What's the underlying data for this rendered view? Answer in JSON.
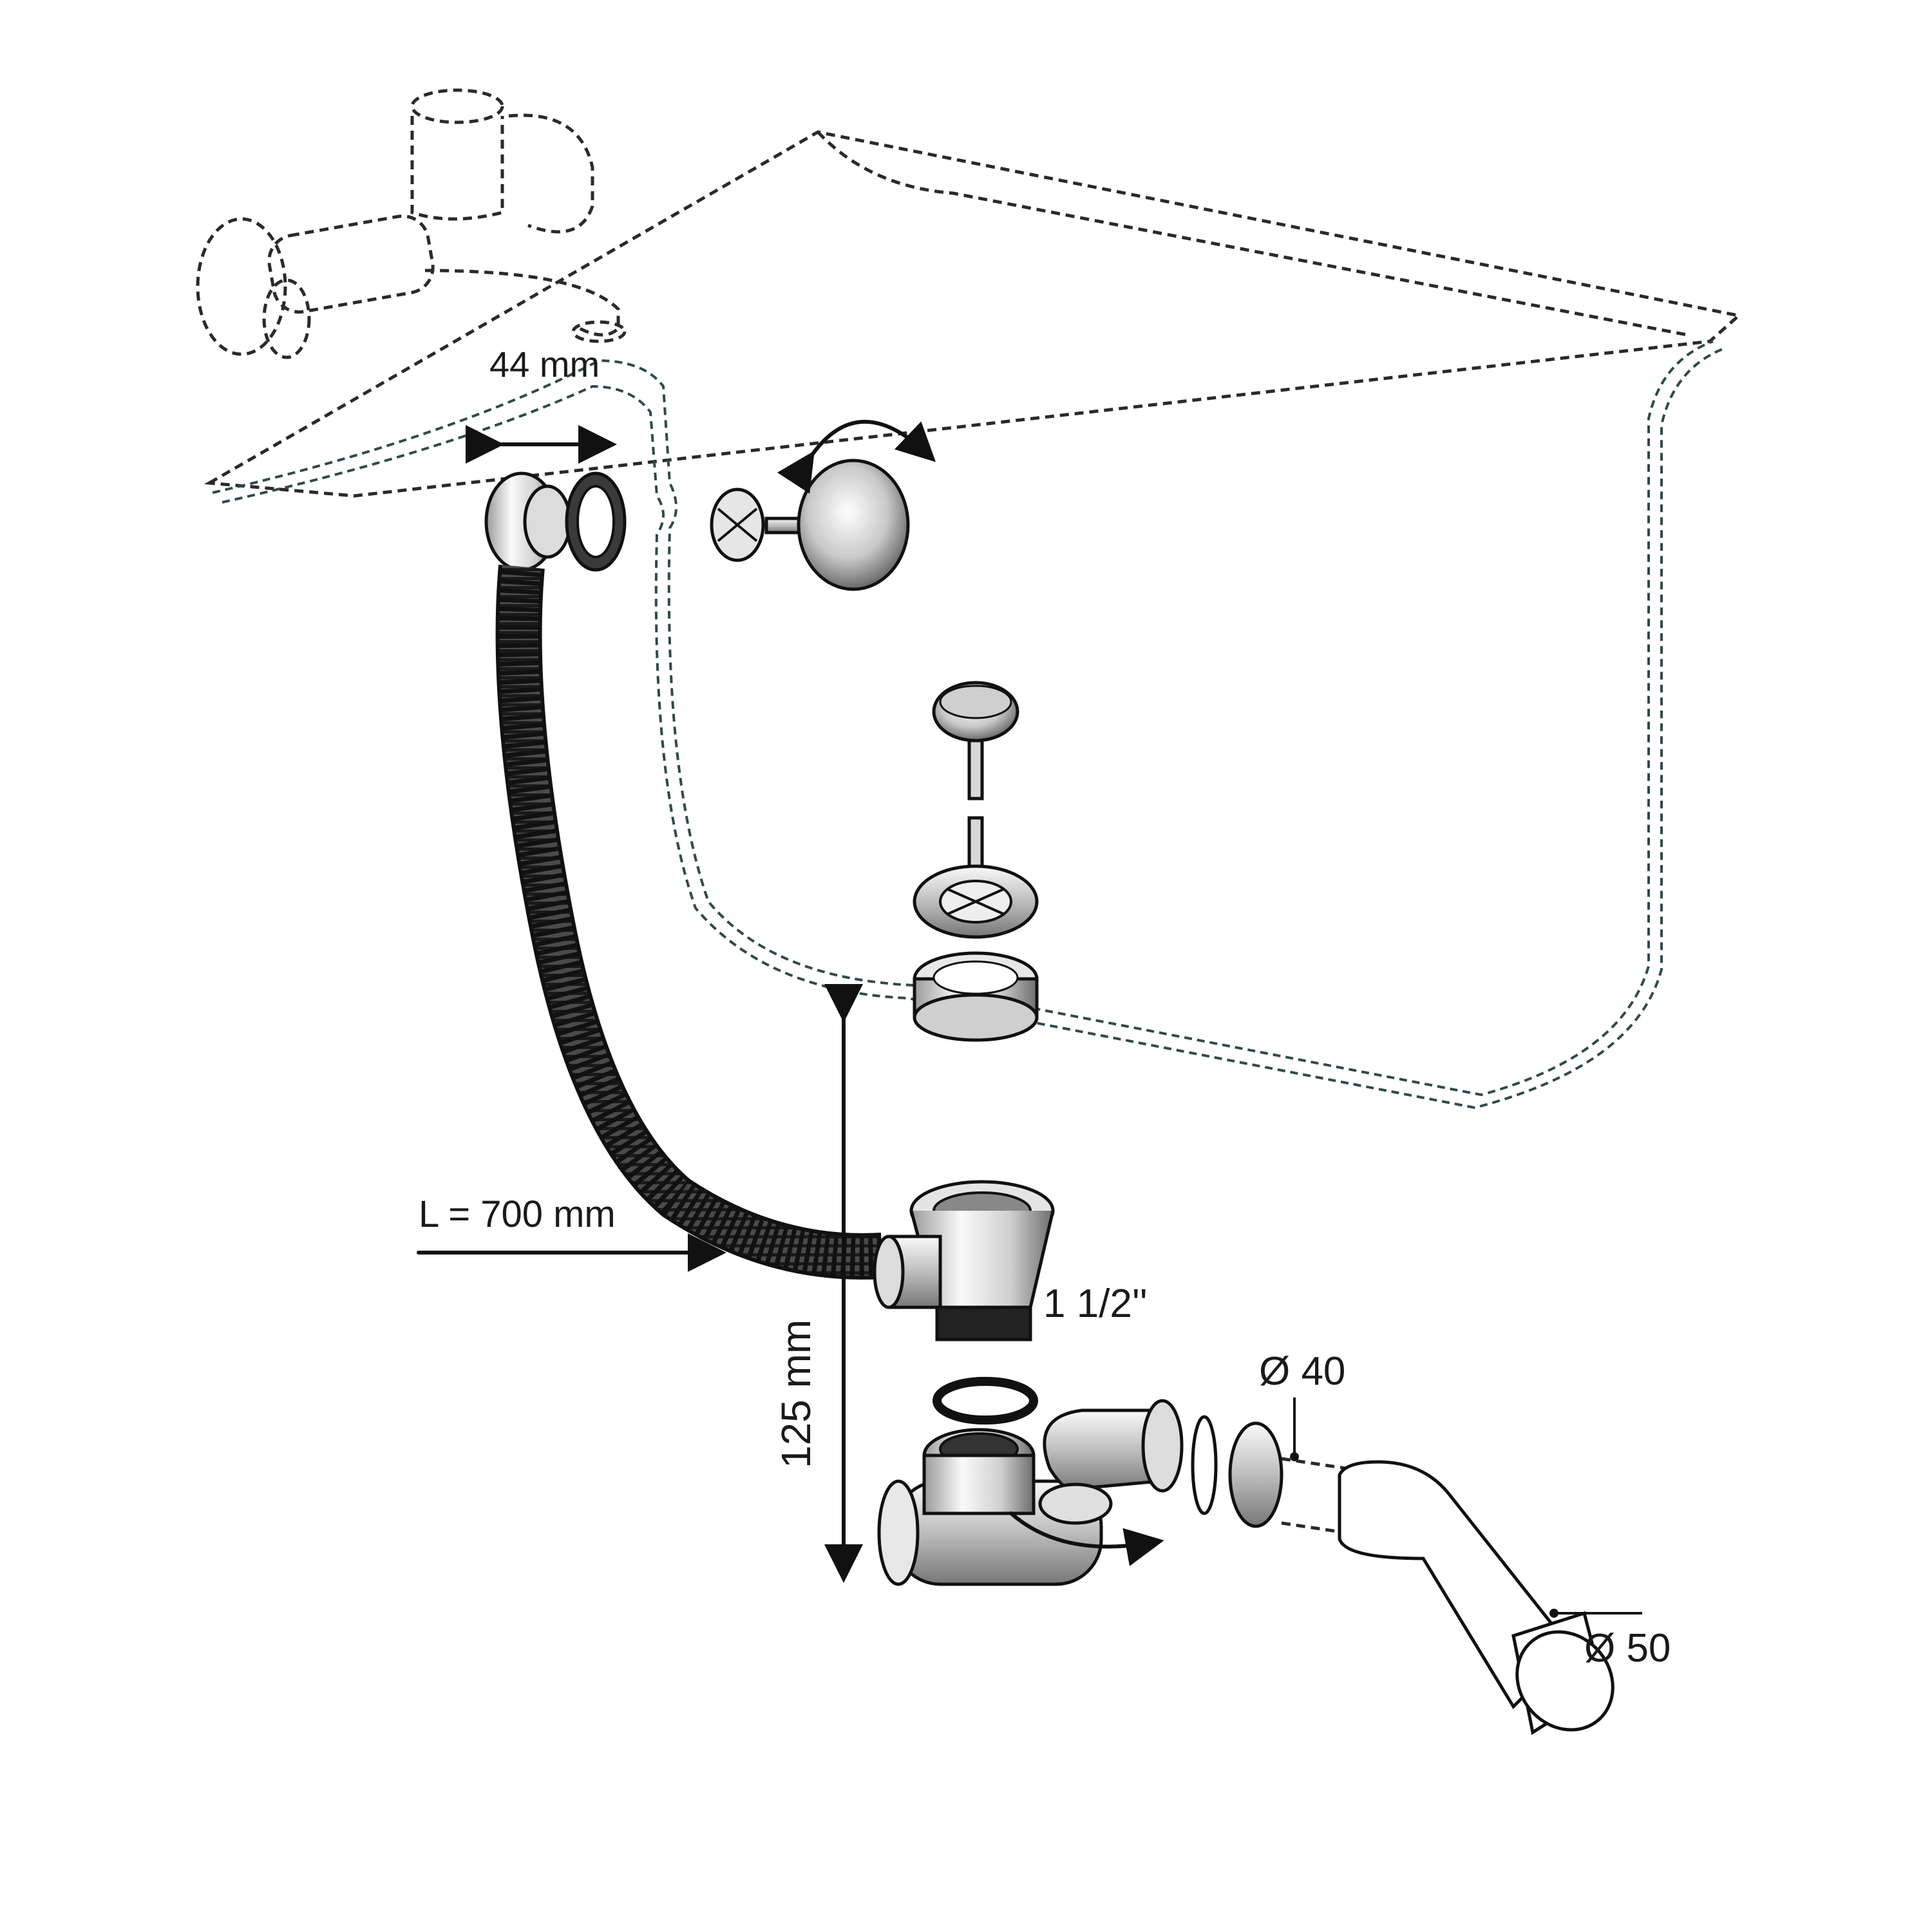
{
  "labels": {
    "overflow_width": "44 mm",
    "hose_length": "L = 700 mm",
    "thread_size": "1 1/2''",
    "height": "125 mm",
    "diameter_40": "Ø 40",
    "diameter_50": "Ø 50"
  },
  "colors": {
    "ink": "#111111",
    "dashed_outline": "#2f4a4a",
    "chrome_light": "#f2f2f2",
    "chrome_dark": "#6e6e6e",
    "hose": "#3a3a3a"
  },
  "icons": {
    "rotate_arrow": "double-headed-curved-arrow",
    "dimension_arrow": "double-headed-straight-arrow",
    "pointer_arrow": "single-headed-arrow"
  }
}
